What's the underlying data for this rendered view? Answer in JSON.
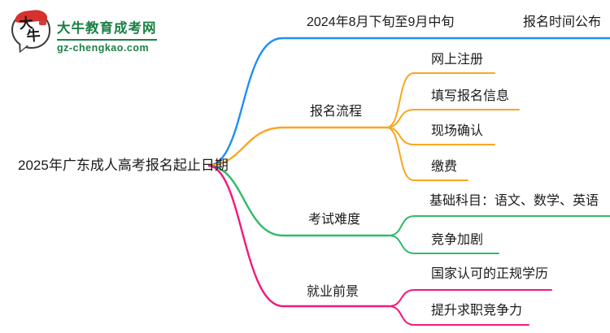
{
  "logo": {
    "icon_char_top": "大",
    "icon_char_bottom": "牛",
    "site_name": "大牛教育成考网",
    "site_url": "gz-chengkao.com",
    "brand_green": "#1a8044",
    "seal_red": "#d5312d"
  },
  "root": {
    "label": "2025年广东成人高考报名起止日期"
  },
  "branches": [
    {
      "label": "2024年8月下旬至9月中旬",
      "color": "#1f8ff5",
      "children": [
        {
          "label": "报名时间公布"
        }
      ]
    },
    {
      "label": "报名流程",
      "color": "#f9a623",
      "children": [
        {
          "label": "网上注册"
        },
        {
          "label": "填写报名信息"
        },
        {
          "label": "现场确认"
        },
        {
          "label": "缴费"
        }
      ]
    },
    {
      "label": "考试难度",
      "color": "#2fba67",
      "children": [
        {
          "label": "基础科目：语文、数学、英语"
        },
        {
          "label": "竞争加剧"
        }
      ]
    },
    {
      "label": "就业前景",
      "color": "#f1197d",
      "children": [
        {
          "label": "国家认可的正规学历"
        },
        {
          "label": "提升求职竞争力"
        }
      ]
    }
  ]
}
